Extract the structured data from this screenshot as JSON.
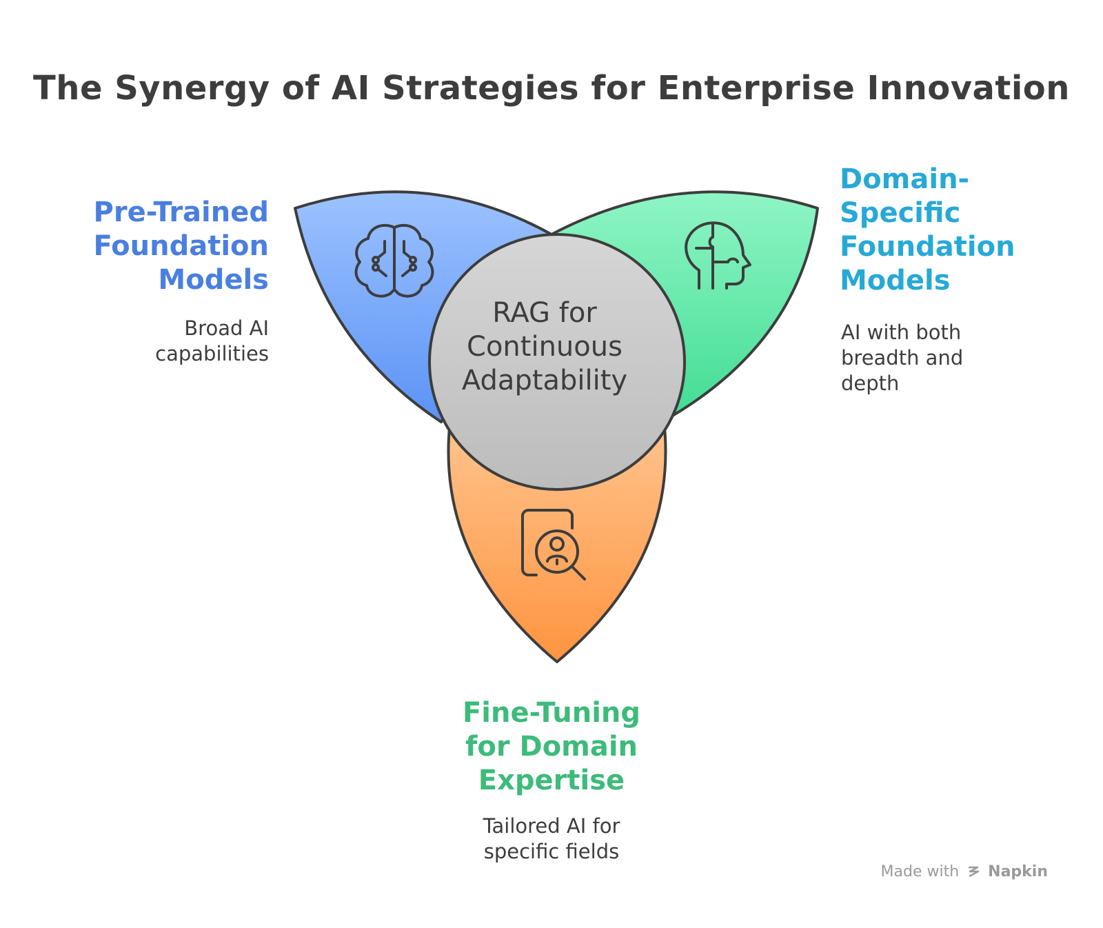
{
  "title": "The Synergy of AI Strategies for Enterprise Innovation",
  "center": {
    "lines": [
      "RAG for",
      "Continuous",
      "Adaptability"
    ],
    "fill": "#c8c8c8"
  },
  "petals": [
    {
      "id": "pretrained",
      "title_lines": [
        "Pre-Trained",
        "Foundation",
        "Models"
      ],
      "description_lines": [
        "Broad AI",
        "capabilities"
      ],
      "title_color": "#4a7fe0",
      "fill_top": "#9cc2ff",
      "fill_bottom": "#5b93f5",
      "icon": "brain-circuit-icon"
    },
    {
      "id": "domain",
      "title_lines": [
        "Domain-",
        "Specific",
        "Foundation",
        "Models"
      ],
      "description_lines": [
        "AI with both",
        "breadth and",
        "depth"
      ],
      "title_color": "#27a9d6",
      "fill_top": "#8ff5c5",
      "fill_bottom": "#41dc93",
      "icon": "head-puzzle-icon"
    },
    {
      "id": "finetune",
      "title_lines": [
        "Fine-Tuning",
        "for Domain",
        "Expertise"
      ],
      "description_lines": [
        "Tailored AI for",
        "specific fields"
      ],
      "title_color": "#3dbb7a",
      "fill_top": "#ffc38c",
      "fill_bottom": "#ff9440",
      "icon": "document-search-person-icon"
    }
  ],
  "watermark": {
    "prefix": "Made with",
    "brand": "Napkin",
    "icon": "napkin-logo-icon"
  },
  "outline_color": "#3d3d3d"
}
